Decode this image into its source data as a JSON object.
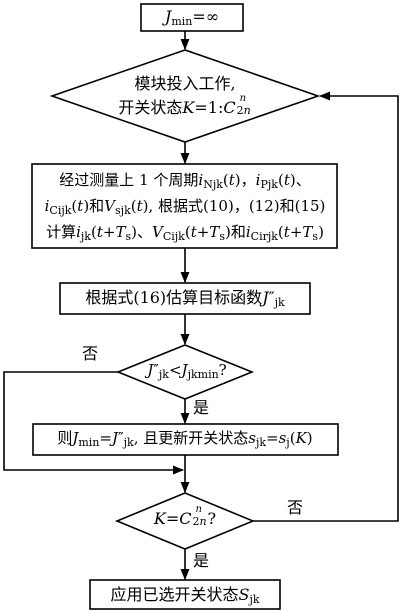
{
  "nodes": {
    "start": {
      "text": "J_min=∞"
    },
    "loop": {
      "line1": "模块投入工作,",
      "line2": "开关状态K=1:C_2n^n"
    },
    "measure": {
      "line1": "经过测量上 1 个周期i_Njk(t)，i_Pjk(t)、",
      "line2": "i_Cijk(t)和V_sjk(t), 根据式(10)，(12)和(15)",
      "line3": "计算i_jk(t+T_s)、V_Cijk(t+T_s)和i_Cirjk(t+T_s)"
    },
    "estimate": {
      "text": "根据式(16)估算目标函数J″_jk"
    },
    "compare": {
      "text": "J″_jk<J_jkmin?"
    },
    "update": {
      "text": "则J_min=J″_jk, 且更新开关状态s_jk=s_j(K)"
    },
    "check_end": {
      "text": "K=C_2n^n?"
    },
    "apply": {
      "text": "应用已选开关状态S_jk"
    }
  },
  "edge_labels": {
    "compare_no": "否",
    "compare_yes": "是",
    "end_no": "否",
    "end_yes": "是"
  },
  "colors": {
    "stroke": "#000000",
    "fill": "#ffffff",
    "text": "#000000"
  }
}
